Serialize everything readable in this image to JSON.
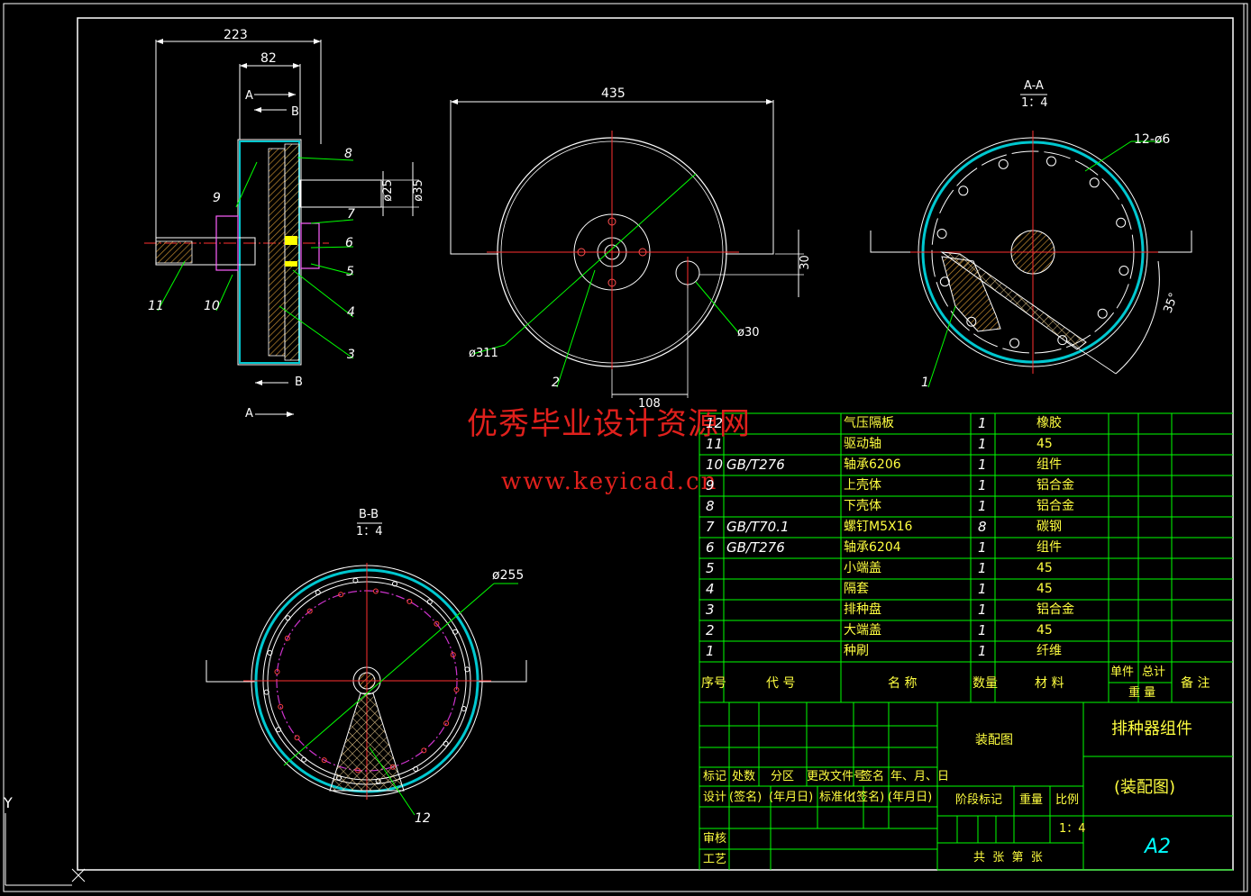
{
  "watermark": {
    "line1": "优秀毕业设计资源网",
    "line2": "www.keyicad.cn"
  },
  "dims": {
    "d223": "223",
    "d82": "82",
    "d435": "435",
    "d30": "30",
    "d108": "108",
    "phi311": "ø311",
    "phi30": "ø30",
    "phi25": "ø25",
    "phi35": "ø35",
    "holes": "12-ø6",
    "angle": "35°",
    "phi255": "ø255"
  },
  "section_marks": {
    "A": "A",
    "B": "B",
    "aa_title": "A-A",
    "aa_scale": "1：4",
    "bb_title": "B-B",
    "bb_scale": "1：4"
  },
  "balloons": {
    "n1": "1",
    "n2": "2",
    "n3": "3",
    "n4": "4",
    "n5": "5",
    "n6": "6",
    "n7": "7",
    "n8": "8",
    "n9": "9",
    "n10": "10",
    "n11": "11",
    "n12": "12"
  },
  "bom": {
    "rows": [
      {
        "no": "12",
        "code": "",
        "name": "气压隔板",
        "qty": "1",
        "material": "橡胶"
      },
      {
        "no": "11",
        "code": "",
        "name": "驱动轴",
        "qty": "1",
        "material": "45"
      },
      {
        "no": "10",
        "code": "GB/T276",
        "name": "轴承6206",
        "qty": "1",
        "material": "组件"
      },
      {
        "no": "9",
        "code": "",
        "name": "上壳体",
        "qty": "1",
        "material": "铝合金"
      },
      {
        "no": "8",
        "code": "",
        "name": "下壳体",
        "qty": "1",
        "material": "铝合金"
      },
      {
        "no": "7",
        "code": "GB/T70.1",
        "name": "螺钉M5X16",
        "qty": "8",
        "material": "碳钢"
      },
      {
        "no": "6",
        "code": "GB/T276",
        "name": "轴承6204",
        "qty": "1",
        "material": "组件"
      },
      {
        "no": "5",
        "code": "",
        "name": "小端盖",
        "qty": "1",
        "material": "45"
      },
      {
        "no": "4",
        "code": "",
        "name": "隔套",
        "qty": "1",
        "material": "45"
      },
      {
        "no": "3",
        "code": "",
        "name": "排种盘",
        "qty": "1",
        "material": "铝合金"
      },
      {
        "no": "2",
        "code": "",
        "name": "大端盖",
        "qty": "1",
        "material": "45"
      },
      {
        "no": "1",
        "code": "",
        "name": "种刷",
        "qty": "1",
        "material": "纤维"
      }
    ],
    "header": {
      "no": "序号",
      "code": "代 号",
      "name": "名 称",
      "qty": "数量",
      "material": "材 料",
      "unit": "单件",
      "total": "总计",
      "weight": "重 量",
      "remark": "备 注"
    }
  },
  "title_block": {
    "drawing_type": "装配图",
    "title": "排种器组件",
    "subtitle": "(装配图)",
    "sheet": "A2",
    "scale": "1：4",
    "mark": "标记",
    "count": "处数",
    "zone": "分区",
    "doc": "更改文件号",
    "sign": "签名",
    "date": "年、月、日",
    "design": "设计",
    "sign2": "(签名)",
    "date2": "(年月日)",
    "std": "标准化",
    "sign3": "(签名)",
    "date3": "(年月日)",
    "stage": "阶段标记",
    "weight": "重量",
    "ratio": "比例",
    "review": "审核",
    "process": "工艺",
    "sheets": "共  张  第  张"
  },
  "axis": {
    "y": "Y",
    "x": "X"
  }
}
